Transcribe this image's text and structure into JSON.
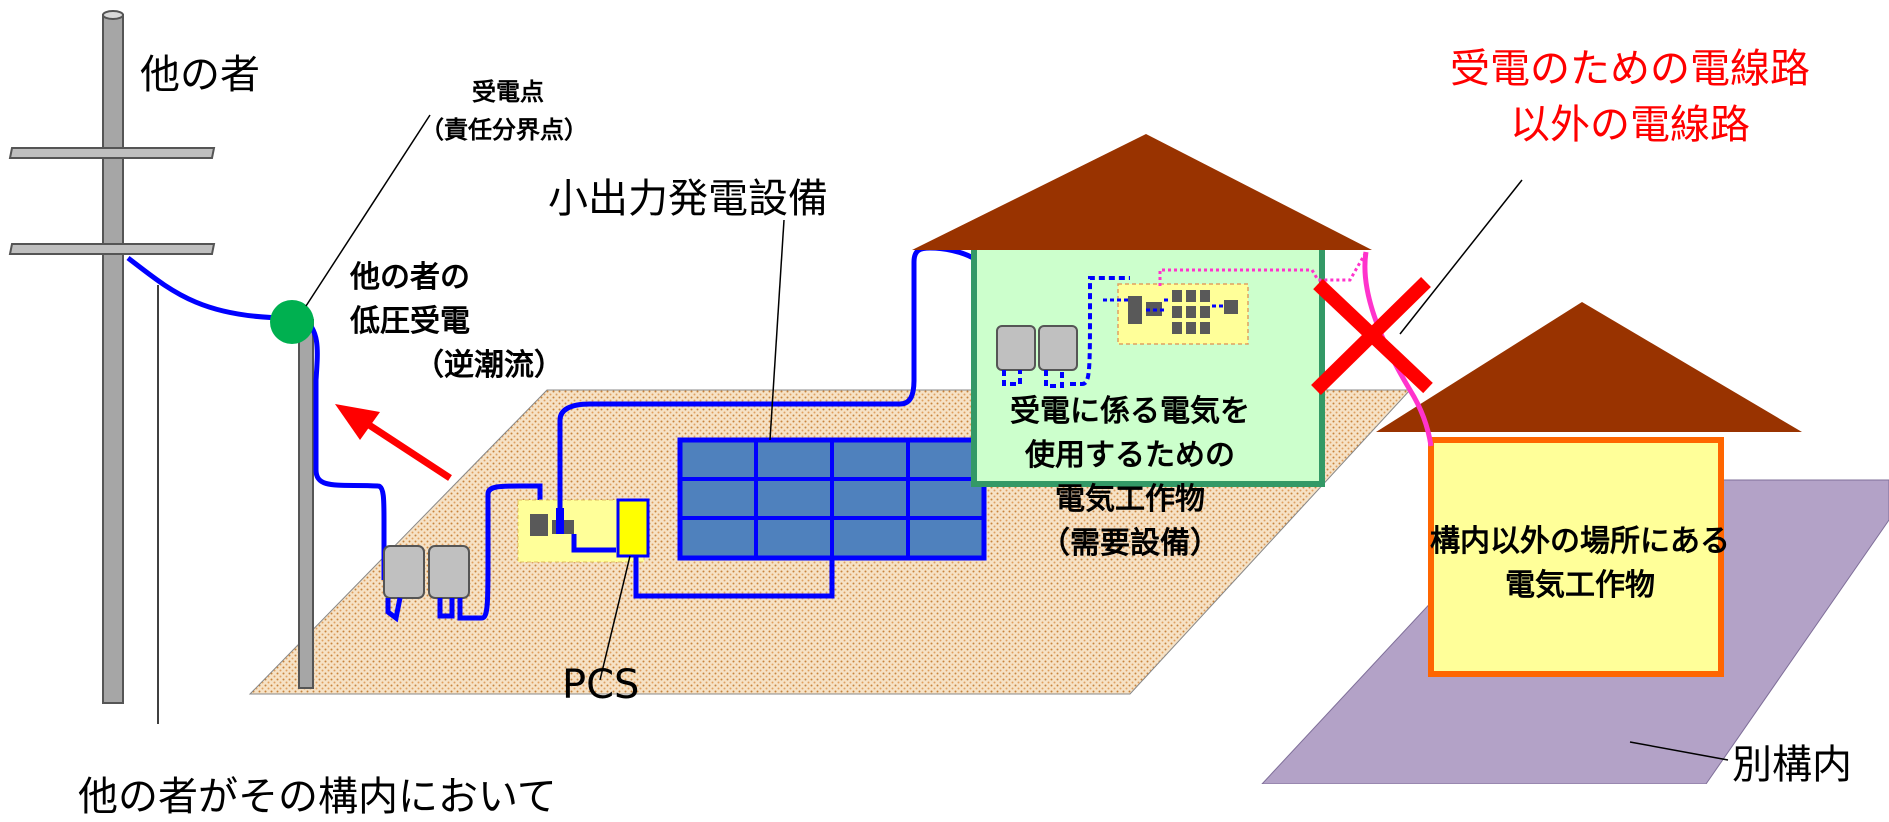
{
  "labels": {
    "other_party": "他の者",
    "receiving_point": "受電点",
    "demarcation_point": "（責任分界点）",
    "other_low_voltage_line1": "他の者の",
    "other_low_voltage_line2": "低圧受電",
    "reverse_flow": "（逆潮流）",
    "small_generation": "小出力発電設備",
    "pcs": "PCS",
    "demand_line1": "受電に係る電気を",
    "demand_line2": "使用するための",
    "demand_line3": "電気工作物",
    "demand_line4": "（需要設備）",
    "not_receiving_line1": "受電のための電線路",
    "not_receiving_line2": "以外の電線路",
    "outside_premises_line1": "構内以外の場所にある",
    "outside_premises_line2": "電気工作物",
    "separate_premises": "別構内",
    "bottom_caption": "他の者がその構内において"
  },
  "colors": {
    "roof": "#993300",
    "house_fill": "#ccffcc",
    "house_border": "#339966",
    "outside_fill": "#ffff99",
    "outside_border": "#ff6600",
    "separate_lot": "#b3a2c7",
    "premises": "#f4d8b4",
    "panel": "#4f81bd",
    "panel_border": "#0000ff",
    "wire": "#0000ff",
    "receiving_point_dot": "#00b050",
    "cross": "#ff0000",
    "pink_line": "#ff33cc",
    "pcs_fill": "#ffff00",
    "alert_text": "#ff0000"
  },
  "icons": [
    "utility-pole-icon",
    "house-icon",
    "meter-icon",
    "breaker-panel-icon",
    "solar-panel-icon",
    "red-cross-icon",
    "arrow-icon"
  ]
}
